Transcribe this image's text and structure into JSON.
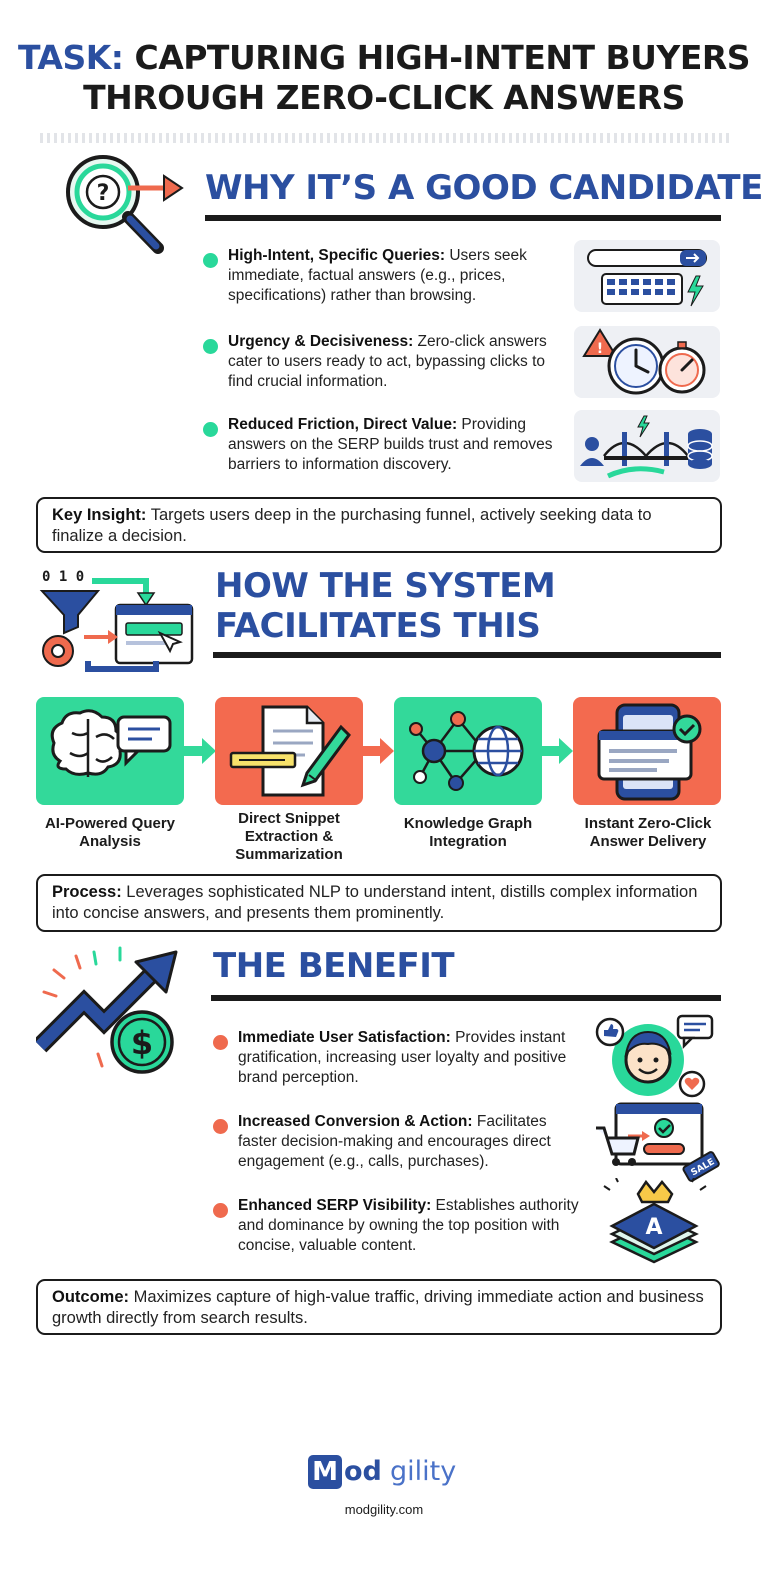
{
  "title": {
    "task": "TASK:",
    "line1": "CAPTURING HIGH-INTENT BUYERS",
    "line2": "THROUGH ZERO-CLICK ANSWERS"
  },
  "why": {
    "heading": "WHY IT’S A GOOD CANDIDATE",
    "items": [
      {
        "bold": "High-Intent, Specific Queries:",
        "text": " Users seek immediate, factual answers (e.g., prices, specifications) rather than browsing."
      },
      {
        "bold": "Urgency & Decisiveness:",
        "text": " Zero-click answers cater to users ready to act, bypassing clicks to find crucial information."
      },
      {
        "bold": "Reduced Friction, Direct Value:",
        "text": " Providing answers on the SERP builds trust and removes barriers to information discovery."
      }
    ],
    "callout": {
      "bold": "Key Insight:",
      "text": " Targets users deep in the purchasing funnel, actively seeking data to finalize a decision."
    }
  },
  "how": {
    "heading1": "HOW THE SYSTEM",
    "heading2": "FACILITATES THIS",
    "icon_digits": "0 1 0",
    "steps": [
      {
        "label": "AI-Powered Query Analysis"
      },
      {
        "label": "Direct Snippet Extraction & Summarization"
      },
      {
        "label": "Knowledge Graph Integration"
      },
      {
        "label": "Instant Zero-Click Answer Delivery"
      }
    ],
    "callout": {
      "bold": "Process:",
      "text": " Leverages sophisticated NLP to understand intent, distills complex information into concise answers, and presents them prominently."
    }
  },
  "benefit": {
    "heading": "THE BENEFIT",
    "items": [
      {
        "bold": "Immediate User Satisfaction:",
        "text": " Provides instant gratification, increasing user loyalty and positive brand perception."
      },
      {
        "bold": "Increased Conversion & Action:",
        "text": " Facilitates faster decision-making and encourages direct engagement (e.g., calls, purchases)."
      },
      {
        "bold": "Enhanced SERP Visibility:",
        "text": " Establishes authority and dominance by owning the top position with concise, valuable content."
      }
    ],
    "sale_tag": "SALE",
    "badge_letter": "A",
    "callout": {
      "bold": "Outcome:",
      "text": " Maximizes capture of high-value traffic, driving immediate action and business growth directly from search results."
    }
  },
  "brand": {
    "m": "M",
    "od": "od",
    "rest": "gility",
    "url": "modgility.com"
  },
  "colors": {
    "blue": "#2b4fa0",
    "green": "#29d89a",
    "red": "#ef6a4e",
    "dark": "#1b1b1b"
  },
  "icons": [
    "search-question-icon",
    "keyboard-icon",
    "stopwatch-icon",
    "bridge-icon",
    "funnel-gear-icon",
    "brain-icon",
    "document-pen-icon",
    "network-globe-icon",
    "phone-check-icon",
    "growth-arrow-icon",
    "smiley-user-icon",
    "cart-checkout-icon",
    "crown-layers-icon"
  ]
}
